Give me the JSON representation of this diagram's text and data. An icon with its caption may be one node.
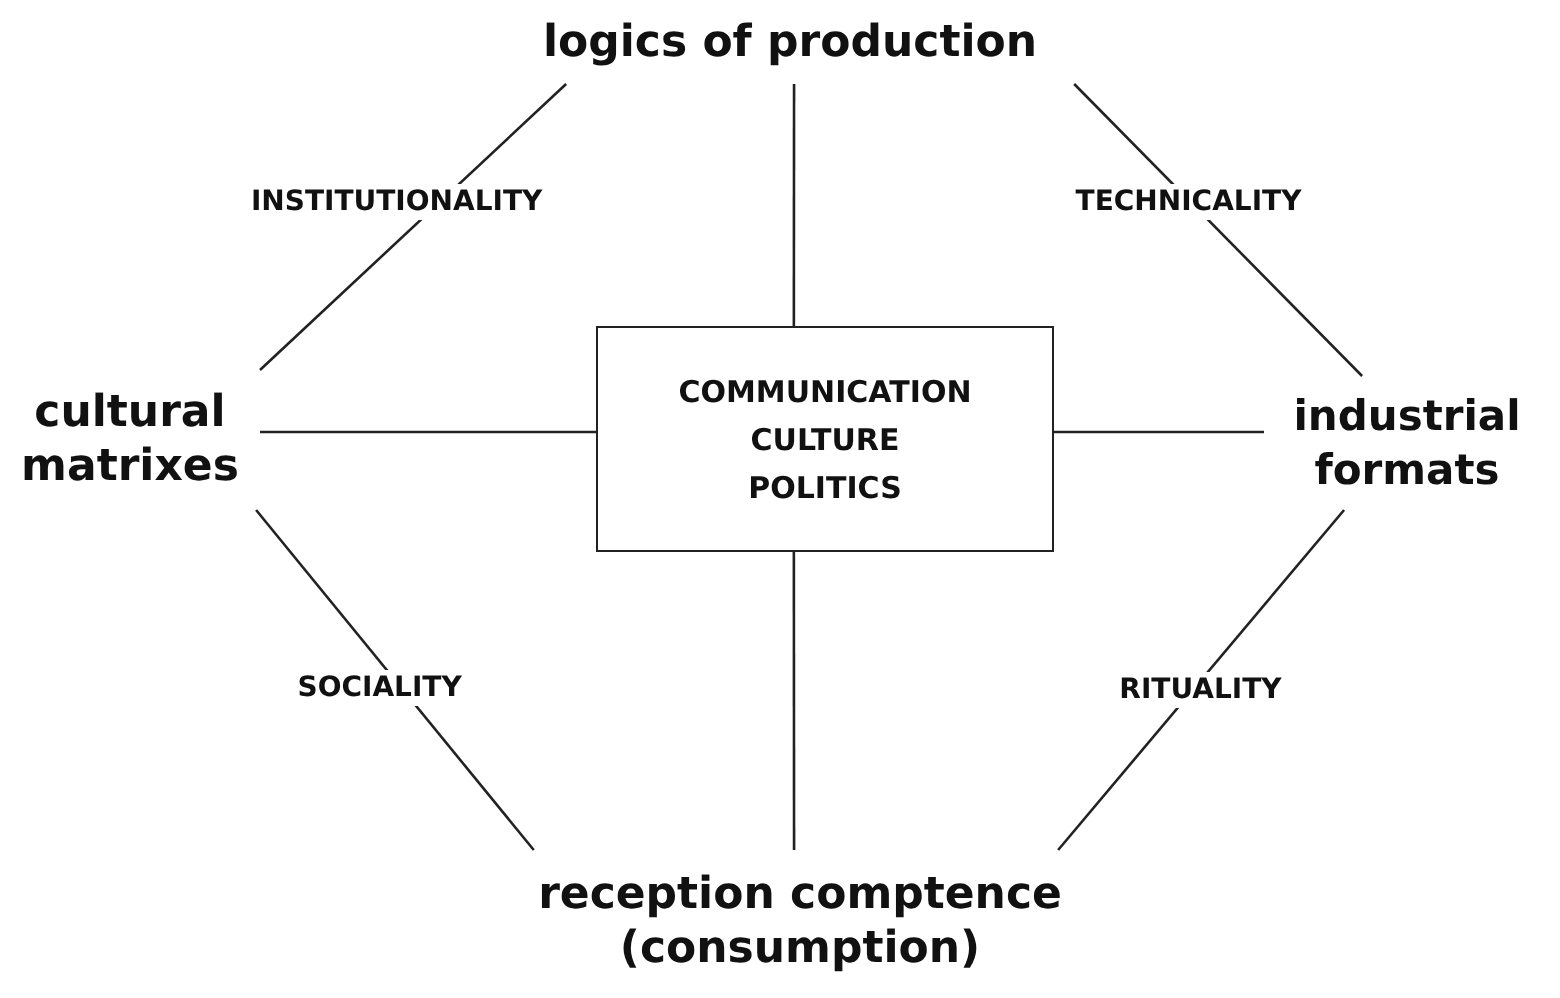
{
  "diagram": {
    "nodes": [
      {
        "text": [
          "logics of production"
        ]
      },
      {
        "text": [
          "cultural matrixes"
        ]
      },
      {
        "text": [
          "COMMUNICATION CULTURE POLITICS"
        ]
      },
      {
        "text": [
          "industrial formats"
        ]
      },
      {
        "text": [
          "reception comptence (consumption)"
        ]
      }
    ],
    "edges": [
      {
        "from": 0,
        "to": 1,
        "arrow": "none",
        "label": "INSTITUTIONALITY"
      },
      {
        "from": 0,
        "to": 3,
        "arrow": "none",
        "label": "TECHNICALITY"
      },
      {
        "from": 0,
        "to": 2,
        "arrow": "none"
      },
      {
        "from": 1,
        "to": 2,
        "arrow": "none"
      },
      {
        "from": 3,
        "to": 2,
        "arrow": "none"
      },
      {
        "from": 1,
        "to": 4,
        "arrow": "none",
        "label": "SOCIALITY"
      },
      {
        "from": 3,
        "to": 4,
        "arrow": "none",
        "label": "RITUALITY"
      },
      {
        "from": 4,
        "to": 2,
        "arrow": "none"
      }
    ]
  }
}
